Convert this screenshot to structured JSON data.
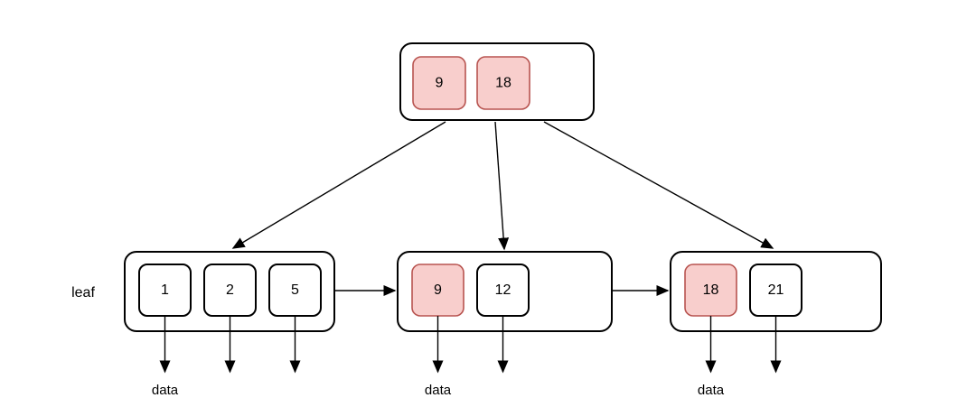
{
  "diagram": {
    "side_label": "leaf",
    "root": {
      "keys": [
        {
          "value": "9",
          "highlighted": true
        },
        {
          "value": "18",
          "highlighted": true
        }
      ]
    },
    "leaves": [
      {
        "keys": [
          {
            "value": "1",
            "highlighted": false
          },
          {
            "value": "2",
            "highlighted": false
          },
          {
            "value": "5",
            "highlighted": false
          }
        ],
        "data_label": "data"
      },
      {
        "keys": [
          {
            "value": "9",
            "highlighted": true
          },
          {
            "value": "12",
            "highlighted": false
          }
        ],
        "data_label": "data"
      },
      {
        "keys": [
          {
            "value": "18",
            "highlighted": true
          },
          {
            "value": "21",
            "highlighted": false
          }
        ],
        "data_label": "data"
      }
    ],
    "colors": {
      "background": "#ffffff",
      "node_fill": "#ffffff",
      "node_stroke": "#000000",
      "highlight_fill": "#f8cecc",
      "highlight_stroke": "#b85450",
      "arrow": "#000000",
      "text": "#000000"
    }
  }
}
